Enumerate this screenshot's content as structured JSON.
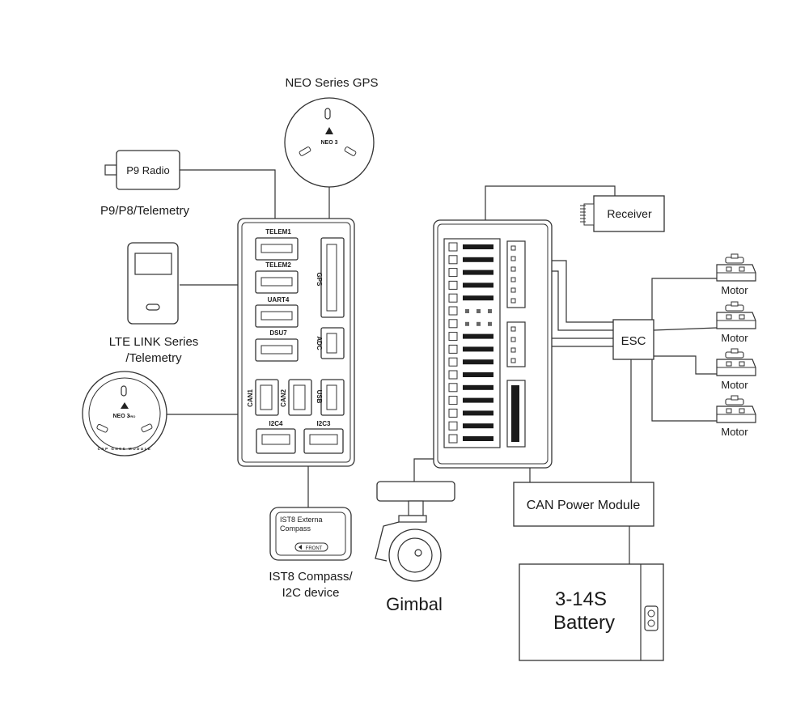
{
  "devices": {
    "neo_gps": {
      "label": "NEO Series GPS",
      "badge": "NEO 3"
    },
    "p9_radio": {
      "box_label": "P9 Radio",
      "caption": "P9/P8/Telemetry"
    },
    "lte_link": {
      "caption_line1": "LTE LINK Series",
      "caption_line2": "/Telemetry"
    },
    "neo_3_pro": {
      "badge": "NEO 3",
      "badge_suffix": "PRO",
      "ring_text": "CAP GNSS MODULE"
    },
    "receiver": {
      "label": "Receiver"
    },
    "esc": {
      "label": "ESC"
    },
    "motors": [
      "Motor",
      "Motor",
      "Motor",
      "Motor"
    ],
    "can_power_module": {
      "label": "CAN Power Module"
    },
    "battery": {
      "line1": "3-14S",
      "line2": "Battery"
    },
    "gimbal": {
      "label": "Gimbal"
    },
    "ist8": {
      "box_line1": "IST8 Externa",
      "box_line2": "Compass",
      "front_tag": "FRONT",
      "caption_line1": "IST8 Compass/",
      "caption_line2": "I2C device"
    }
  },
  "flight_controller": {
    "ports": {
      "telem1": "TELEM1",
      "telem2": "TELEM2",
      "uart4": "UART4",
      "dsu7": "DSU7",
      "gps": "GPS",
      "adc": "ADC",
      "can1": "CAN1",
      "can2": "CAN2",
      "usb": "USB",
      "i2c4": "I2C4",
      "i2c3": "I2C3"
    }
  },
  "colors": {
    "line": "#333333",
    "connector_fill": "#1a1a1a",
    "background": "#ffffff"
  }
}
